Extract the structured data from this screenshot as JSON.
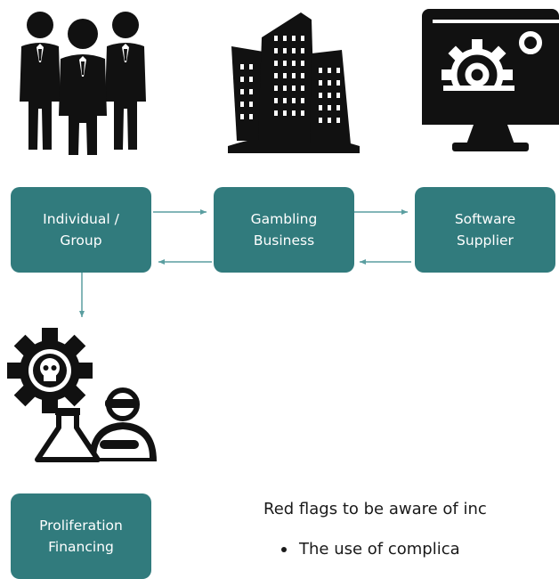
{
  "colors": {
    "node_fill": "#317b7d",
    "arrow": "#5a9ea0",
    "icon": "#111111"
  },
  "icons": [
    "people-group-icon",
    "buildings-icon",
    "computer-gear-icon",
    "skull-gear-chemist-icon"
  ],
  "nodes": {
    "individual": {
      "line1": "Individual /",
      "line2": "Group"
    },
    "gambling": {
      "line1": "Gambling",
      "line2": "Business"
    },
    "software": {
      "line1": "Software",
      "line2": "Supplier"
    },
    "proliferation": {
      "line1": "Proliferation",
      "line2": "Financing"
    }
  },
  "text": {
    "red_flags": "Red flags to be aware of inc",
    "bullet_1": "The use of complica"
  }
}
